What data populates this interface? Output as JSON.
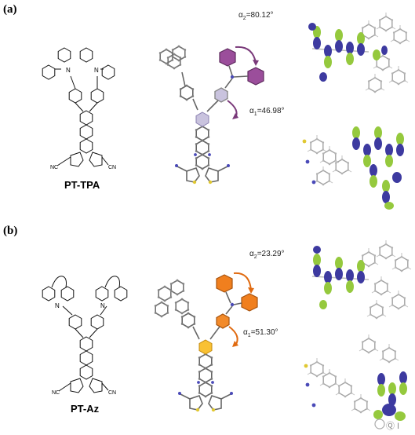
{
  "panels": [
    {
      "label": "(a)",
      "molecule": "PT-TPA",
      "angle1": {
        "symbol": "α",
        "sub": "2",
        "value": "=80.12°"
      },
      "angle2": {
        "symbol": "α",
        "sub": "1",
        "value": "=46.98°"
      },
      "cn_left": "NC",
      "cn_right": "CN",
      "n_atoms": [
        "N",
        "N"
      ],
      "ring_color": "#9b4e9b",
      "core_color": "#c9c3de"
    },
    {
      "label": "(b)",
      "molecule": "PT-Az",
      "angle1": {
        "symbol": "α",
        "sub": "2",
        "value": "=23.29°"
      },
      "angle2": {
        "symbol": "α",
        "sub": "1",
        "value": "=51.30°"
      },
      "cn_left": "NC",
      "cn_right": "CN",
      "n_atoms": [
        "N",
        "N"
      ],
      "ring_color": "#f07f1e",
      "core_color": "#f9c133"
    }
  ],
  "orbital_colors": {
    "positive": "#3d3aa0",
    "negative": "#95c93d"
  },
  "watermark": "Ⓠ I"
}
